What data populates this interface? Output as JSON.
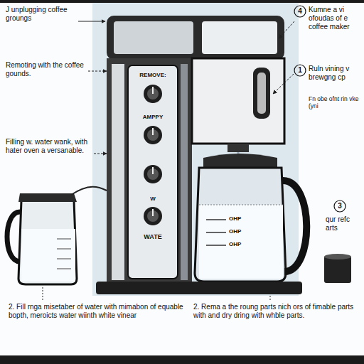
{
  "diagram": {
    "labels": [
      "J unplugging coffee groungs",
      "Remoting with the coffee gounds.",
      "Filling w. water wank, with hater oven a versanable.",
      "REMOVE:",
      "AMPPY",
      "W",
      "WATE",
      "4",
      "Kumne a vi ofoudas of e coffee maker",
      "1",
      "Ruln vining v brewgng cp",
      "Fn obe ofnt rin vke (yni",
      "OHP",
      "OHP",
      "OHP",
      "3",
      "qur refc arts",
      "2. Fill rnga misetaber of water with mimabon of equable bopth, meroicts water wiinth white vinear",
      "2. Rema a the roung parts nich ors of fimable parts with and dry dring with whble parts."
    ]
  }
}
